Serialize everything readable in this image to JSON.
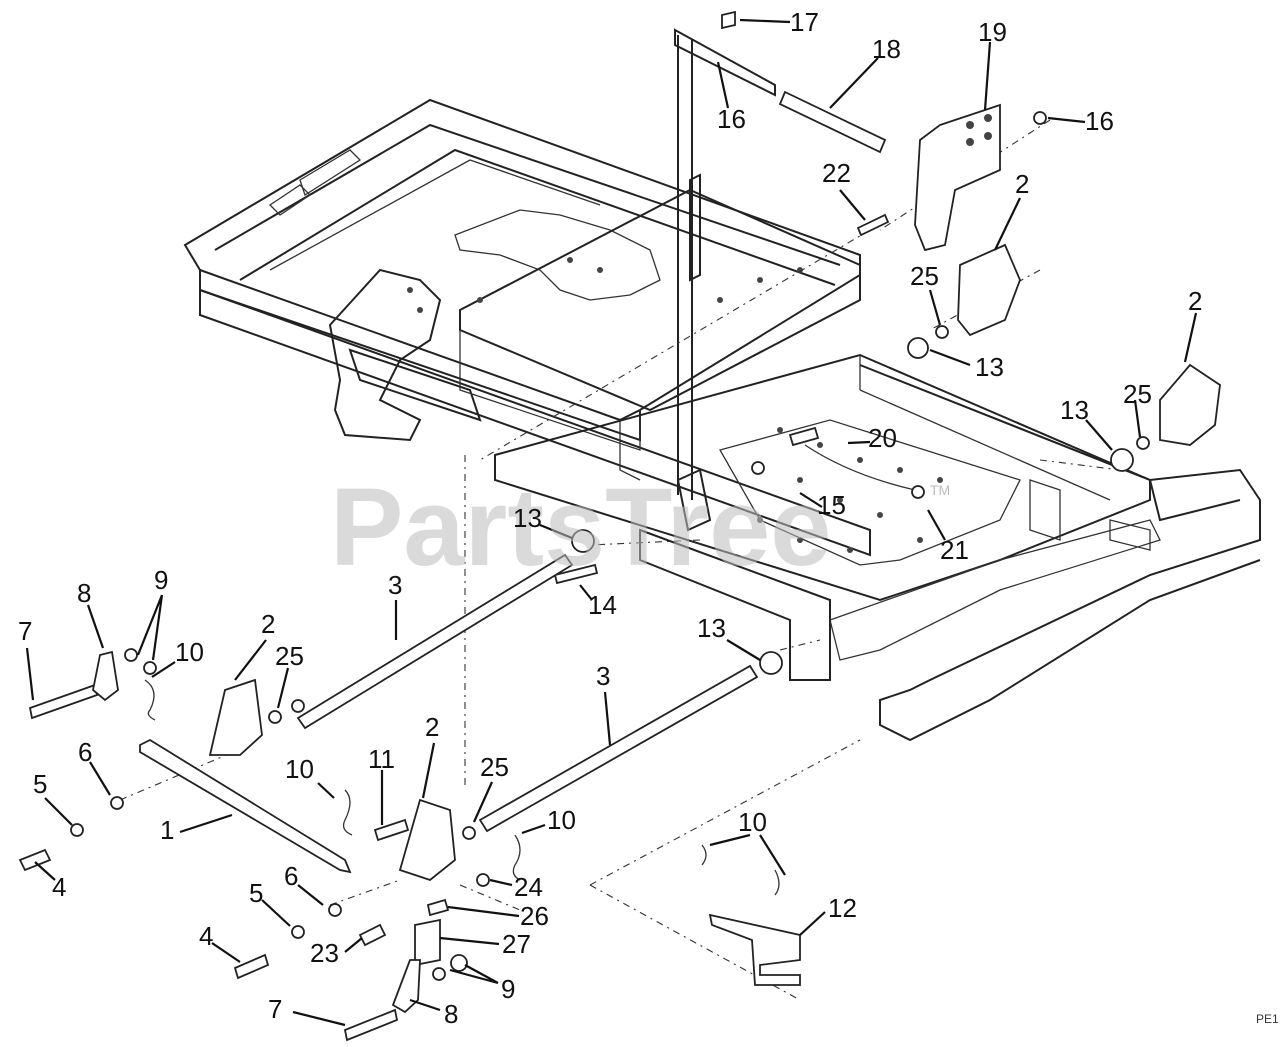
{
  "watermark": {
    "text": "PartsTree",
    "mark": "TM"
  },
  "page_code": "PE1",
  "callouts": [
    {
      "id": "c17a",
      "label": "17"
    },
    {
      "id": "c18",
      "label": "18"
    },
    {
      "id": "c19",
      "label": "19"
    },
    {
      "id": "c16a",
      "label": "16"
    },
    {
      "id": "c16b",
      "label": "16"
    },
    {
      "id": "c22",
      "label": "22"
    },
    {
      "id": "c2a",
      "label": "2"
    },
    {
      "id": "c25a",
      "label": "25"
    },
    {
      "id": "c13a",
      "label": "13"
    },
    {
      "id": "c2b",
      "label": "2"
    },
    {
      "id": "c13b",
      "label": "13"
    },
    {
      "id": "c25b",
      "label": "25"
    },
    {
      "id": "c20",
      "label": "20"
    },
    {
      "id": "c15",
      "label": "15"
    },
    {
      "id": "c21",
      "label": "21"
    },
    {
      "id": "c13c",
      "label": "13"
    },
    {
      "id": "c14",
      "label": "14"
    },
    {
      "id": "c3a",
      "label": "3"
    },
    {
      "id": "c9a",
      "label": "9"
    },
    {
      "id": "c8a",
      "label": "8"
    },
    {
      "id": "c7a",
      "label": "7"
    },
    {
      "id": "c2c",
      "label": "2"
    },
    {
      "id": "c10a",
      "label": "10"
    },
    {
      "id": "c25c",
      "label": "25"
    },
    {
      "id": "c13d",
      "label": "13"
    },
    {
      "id": "c3b",
      "label": "3"
    },
    {
      "id": "c6a",
      "label": "6"
    },
    {
      "id": "c5a",
      "label": "5"
    },
    {
      "id": "c10b",
      "label": "10"
    },
    {
      "id": "c11",
      "label": "11"
    },
    {
      "id": "c2d",
      "label": "2"
    },
    {
      "id": "c25d",
      "label": "25"
    },
    {
      "id": "c10c",
      "label": "10"
    },
    {
      "id": "c1",
      "label": "1"
    },
    {
      "id": "c4a",
      "label": "4"
    },
    {
      "id": "c10d",
      "label": "10"
    },
    {
      "id": "c6b",
      "label": "6"
    },
    {
      "id": "c24",
      "label": "24"
    },
    {
      "id": "c5b",
      "label": "5"
    },
    {
      "id": "c26",
      "label": "26"
    },
    {
      "id": "c12",
      "label": "12"
    },
    {
      "id": "c4b",
      "label": "4"
    },
    {
      "id": "c23",
      "label": "23"
    },
    {
      "id": "c27",
      "label": "27"
    },
    {
      "id": "c9b",
      "label": "9"
    },
    {
      "id": "c7b",
      "label": "7"
    },
    {
      "id": "c8b",
      "label": "8"
    }
  ]
}
